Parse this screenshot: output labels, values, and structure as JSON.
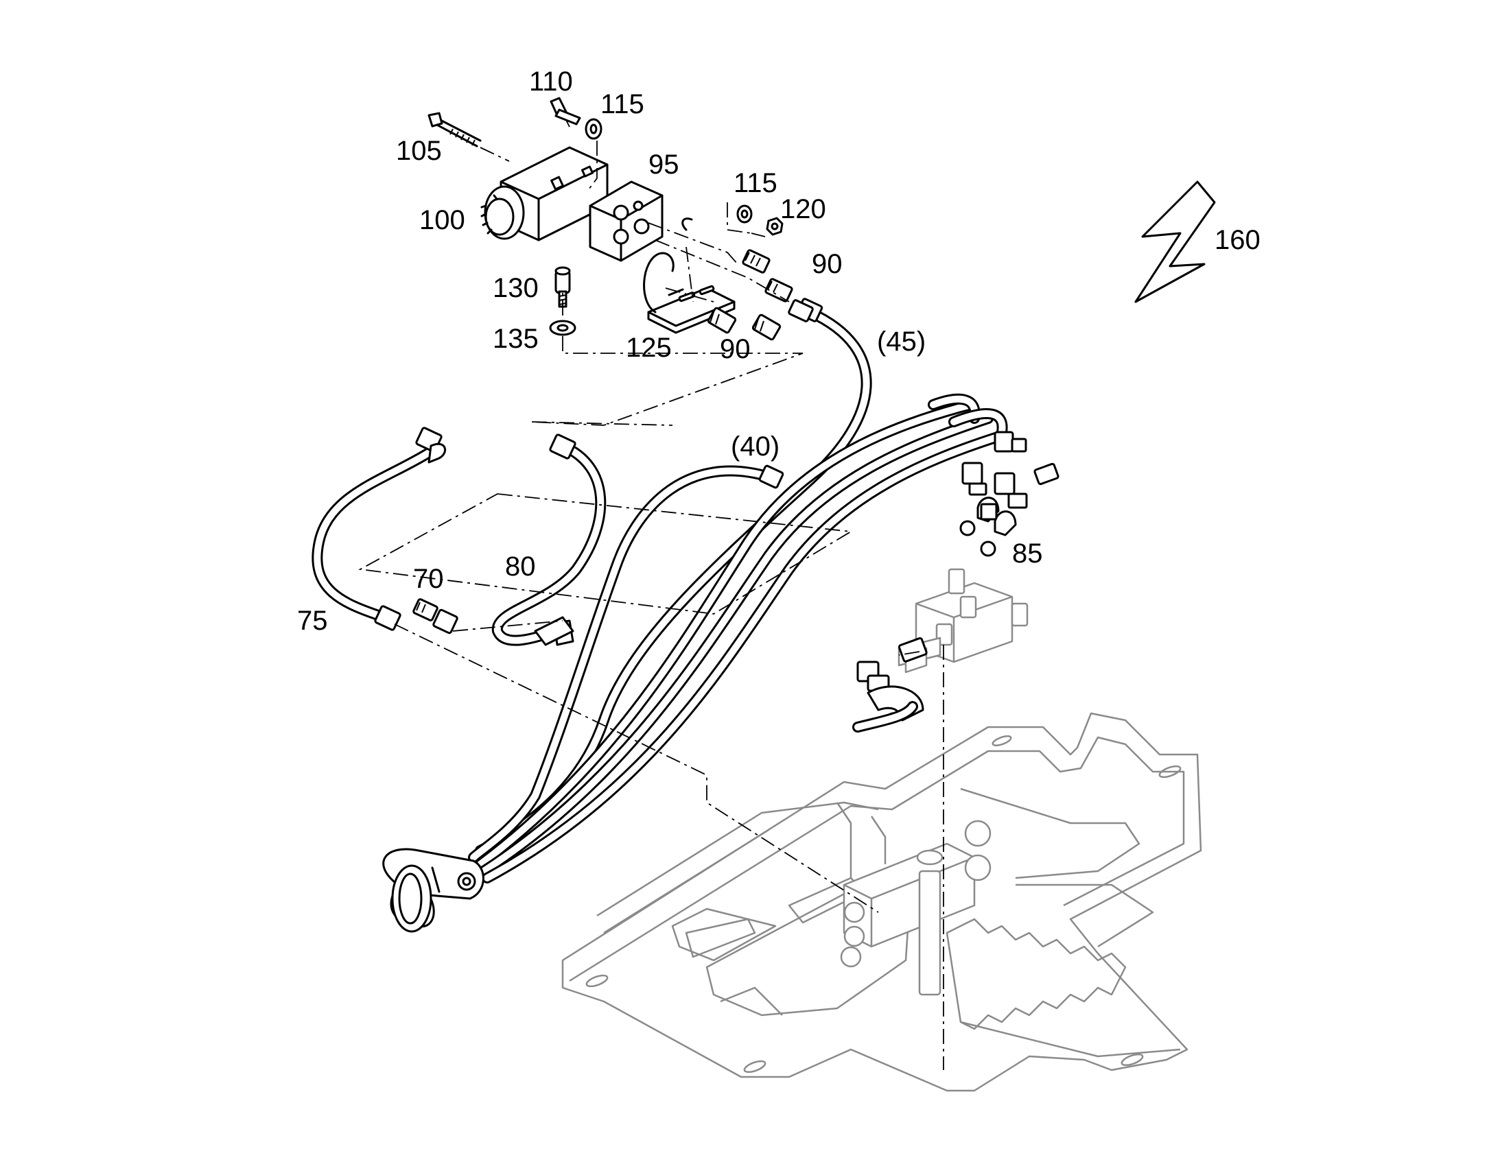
{
  "callouts": {
    "c110": "110",
    "c115a": "115",
    "c105": "105",
    "c95": "95",
    "c100": "100",
    "c115b": "115",
    "c120": "120",
    "c90a": "90",
    "c130": "130",
    "c135": "135",
    "c125": "125",
    "c90b": "90",
    "c45": "(45)",
    "c40": "(40)",
    "c80": "80",
    "c70": "70",
    "c75": "75",
    "c85": "85",
    "c160": "160"
  },
  "icons": {
    "electrical_symbol": "lightning-bolt-icon"
  },
  "colors": {
    "line": "#000000",
    "ghost_frame": "#8a8a8a",
    "background": "#ffffff"
  }
}
